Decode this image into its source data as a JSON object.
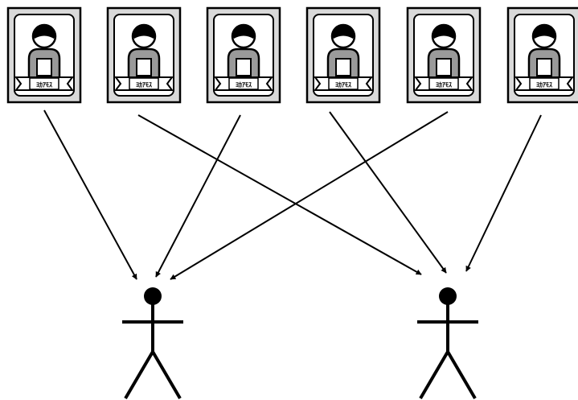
{
  "diagram": {
    "portrait_count": 6,
    "portrait_label": "ﾖｶｱﾓｽ",
    "stick_figure_count": 2,
    "connections": [
      {
        "from": 1,
        "to": 1
      },
      {
        "from": 2,
        "to": 2
      },
      {
        "from": 3,
        "to": 1
      },
      {
        "from": 4,
        "to": 2
      },
      {
        "from": 5,
        "to": 1
      },
      {
        "from": 6,
        "to": 2
      }
    ],
    "colors": {
      "ink": "#000000",
      "frame_fill": "#d9d9d9",
      "paper": "#ffffff",
      "figure_fill": "#9a9a9a"
    }
  }
}
